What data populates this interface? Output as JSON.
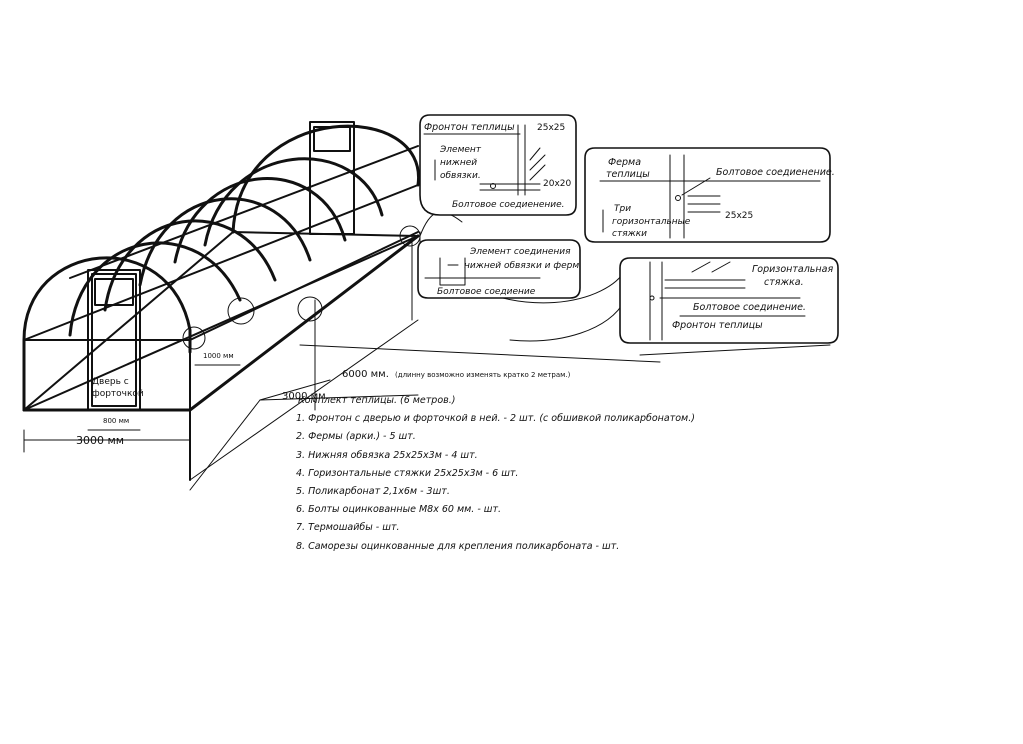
{
  "callouts": {
    "frontbase": {
      "pediment": "Фронтон теплицы",
      "size_a": "25x25",
      "element_l1": "Элемент",
      "element_l2": "нижней",
      "element_l3": "обвязки.",
      "size_b": "20x20",
      "bolt": "Болтовое соедиенение."
    },
    "truss": {
      "truss_l1": "Ферма",
      "truss_l2": "теплицы",
      "bolt": "Болтовое соедиенение.",
      "three_l1": "Три",
      "three_l2": "горизонтальные",
      "three_l3": "стяжки",
      "size": "25x25"
    },
    "base_joint": {
      "title_l1": "Элемент соединения",
      "title_l2": "нижней обвязки и ферм",
      "bolt": "Болтовое соедиение"
    },
    "tie": {
      "tie_l1": "Горизонтальная",
      "tie_l2": "стяжка.",
      "bolt": "Болтовое  соединение.",
      "pediment": "Фронтон теплицы"
    }
  },
  "drawing": {
    "door_l1": "Дверь с",
    "door_l2": "форточкой",
    "door_width": "800 мм",
    "spacing": "1000 мм",
    "width_front": "3000 мм",
    "width_side": "3000 мм.",
    "length": "6000 мм.",
    "length_note": "(длинну возможно изменять кратко 2 метрам.)"
  },
  "parts": {
    "title": "Комплект теплицы. (6 метров.)",
    "items": [
      "1. Фронтон с дверью и форточкой в ней. - 2 шт. (с обшивкой поликарбонатом.)",
      "2. Фермы (арки.) - 5 шт.",
      "3. Нижняя обвязка 25x25x3м - 4 шт.",
      "4. Горизонтальные стяжки  25x25x3м  - 6 шт.",
      "5. Поликарбонат   2,1x6м - 3шт.",
      "6. Болты  оцинкованные  М8х 60 мм. -         шт.",
      "7. Термошайбы  -          шт.",
      "8. Саморезы оцинкованные для крепления поликарбоната   -     шт."
    ]
  }
}
